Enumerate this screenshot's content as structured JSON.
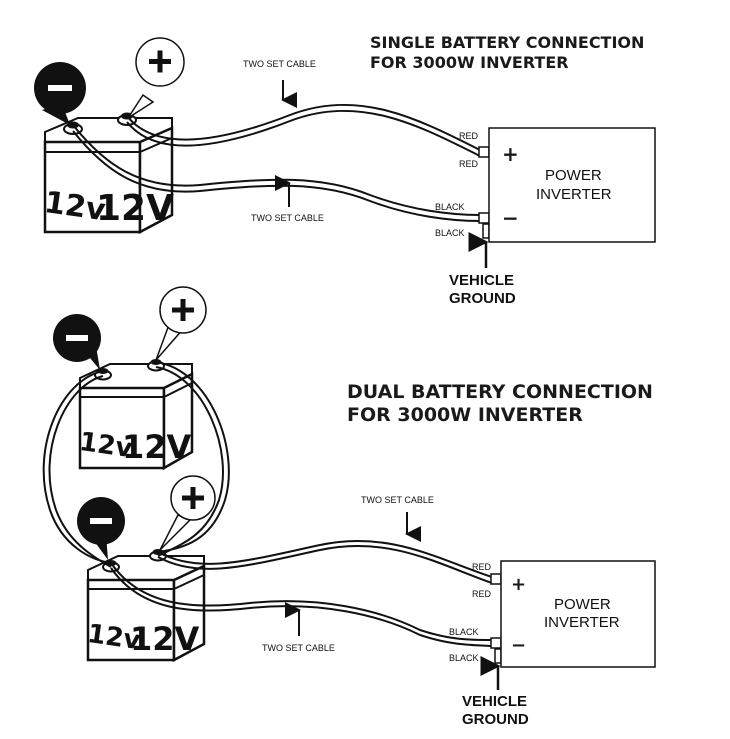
{
  "single": {
    "title_line1": "SINGLE BATTERY CONNECTION",
    "title_line2": "FOR 3000W INVERTER",
    "cable_top": "TWO SET CABLE",
    "cable_bottom": "TWO SET CABLE",
    "red_1": "RED",
    "red_2": "RED",
    "black_1": "BLACK",
    "black_2": "BLACK",
    "inverter_line1": "POWER",
    "inverter_line2": "INVERTER",
    "plus": "+",
    "minus": "−",
    "ground_line1": "VEHICLE",
    "ground_line2": "GROUND",
    "battery_side": "12v",
    "battery_front": "12V"
  },
  "dual": {
    "title_line1": "DUAL BATTERY CONNECTION",
    "title_line2": "FOR 3000W INVERTER",
    "cable_top": "TWO SET CABLE",
    "cable_bottom": "TWO SET CABLE",
    "red_1": "RED",
    "red_2": "RED",
    "black_1": "BLACK",
    "black_2": "BLACK",
    "inverter_line1": "POWER",
    "inverter_line2": "INVERTER",
    "plus": "+",
    "minus": "−",
    "ground_line1": "VEHICLE",
    "ground_line2": "GROUND",
    "battery_side": "12v",
    "battery_front": "12V"
  },
  "colors": {
    "ink": "#111111",
    "background": "#ffffff"
  }
}
